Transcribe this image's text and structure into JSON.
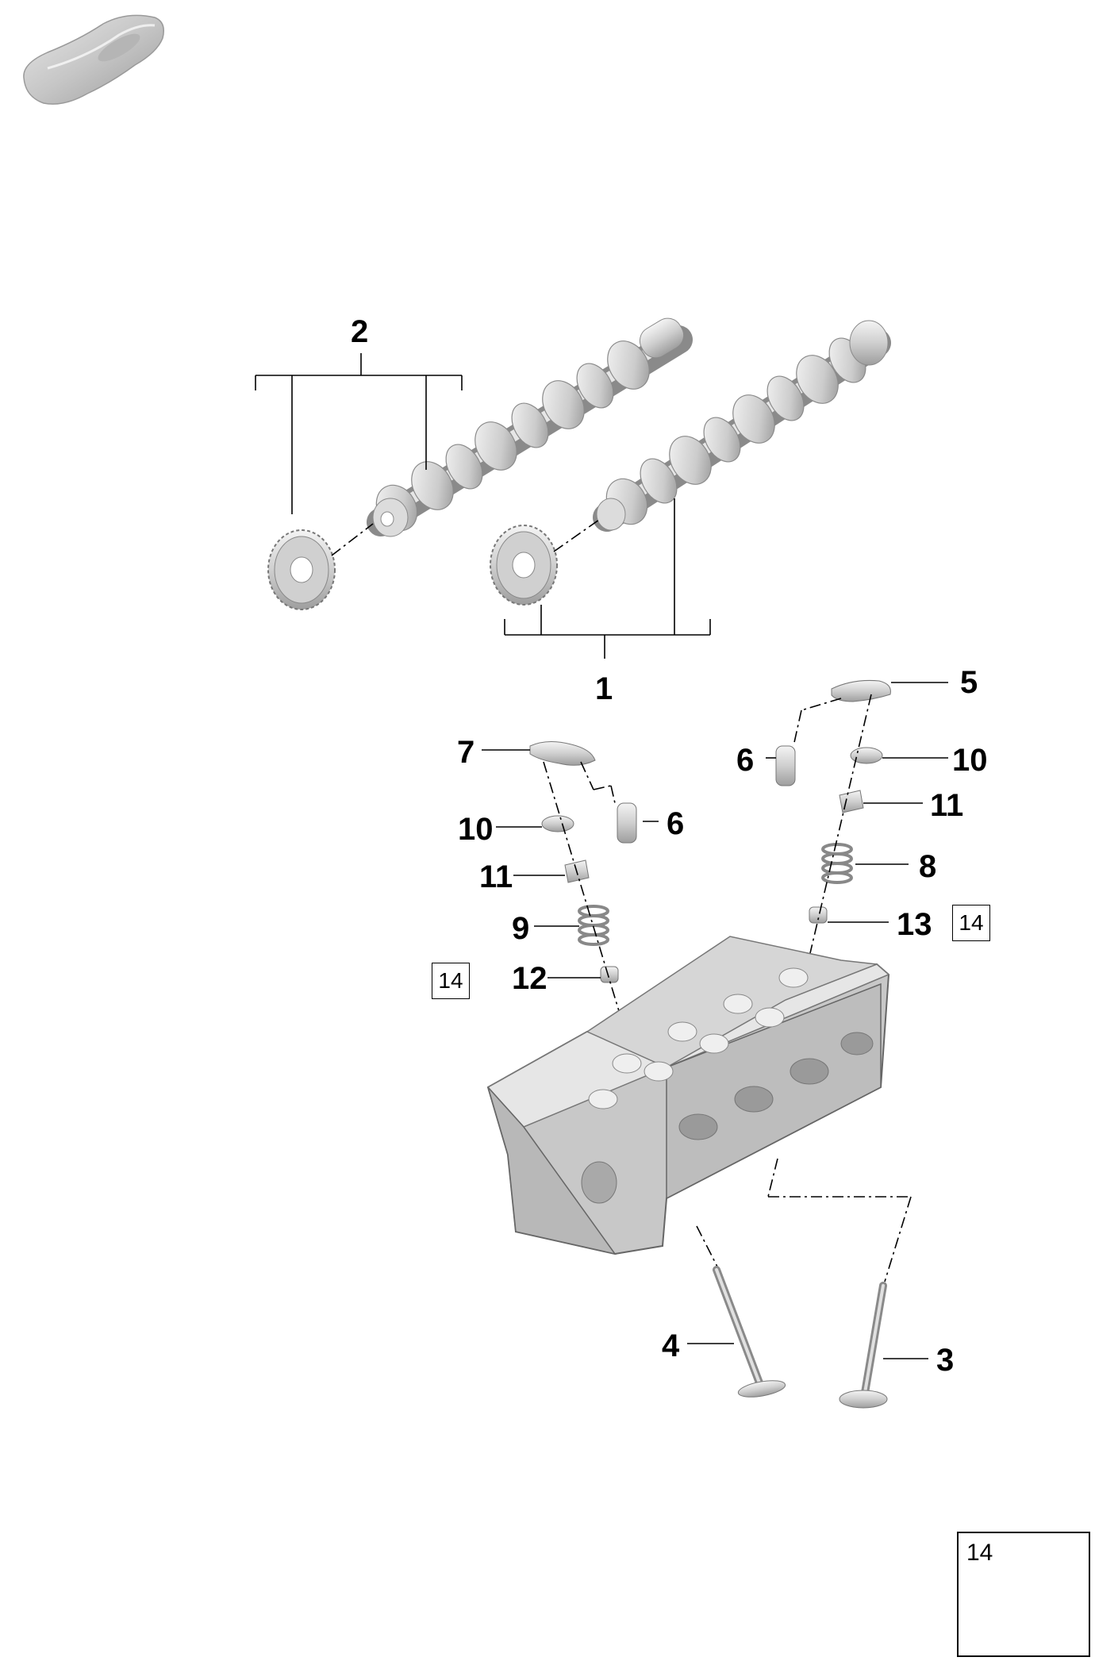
{
  "diagram": {
    "callouts": {
      "c1": "1",
      "c2": "2",
      "c3": "3",
      "c4": "4",
      "c5": "5",
      "c6_left": "6",
      "c6_right": "6",
      "c7": "7",
      "c8": "8",
      "c9": "9",
      "c10_left": "10",
      "c10_right": "10",
      "c11_left": "11",
      "c11_right": "11",
      "c12": "12",
      "c13": "13"
    },
    "reference_boxes": {
      "left": "14",
      "right": "14"
    },
    "inset": {
      "number": "14"
    },
    "colors": {
      "line": "#000000",
      "part_fill": "#d9d9d9",
      "part_shade": "#a8a8a8",
      "part_light": "#f2f2f2"
    }
  }
}
